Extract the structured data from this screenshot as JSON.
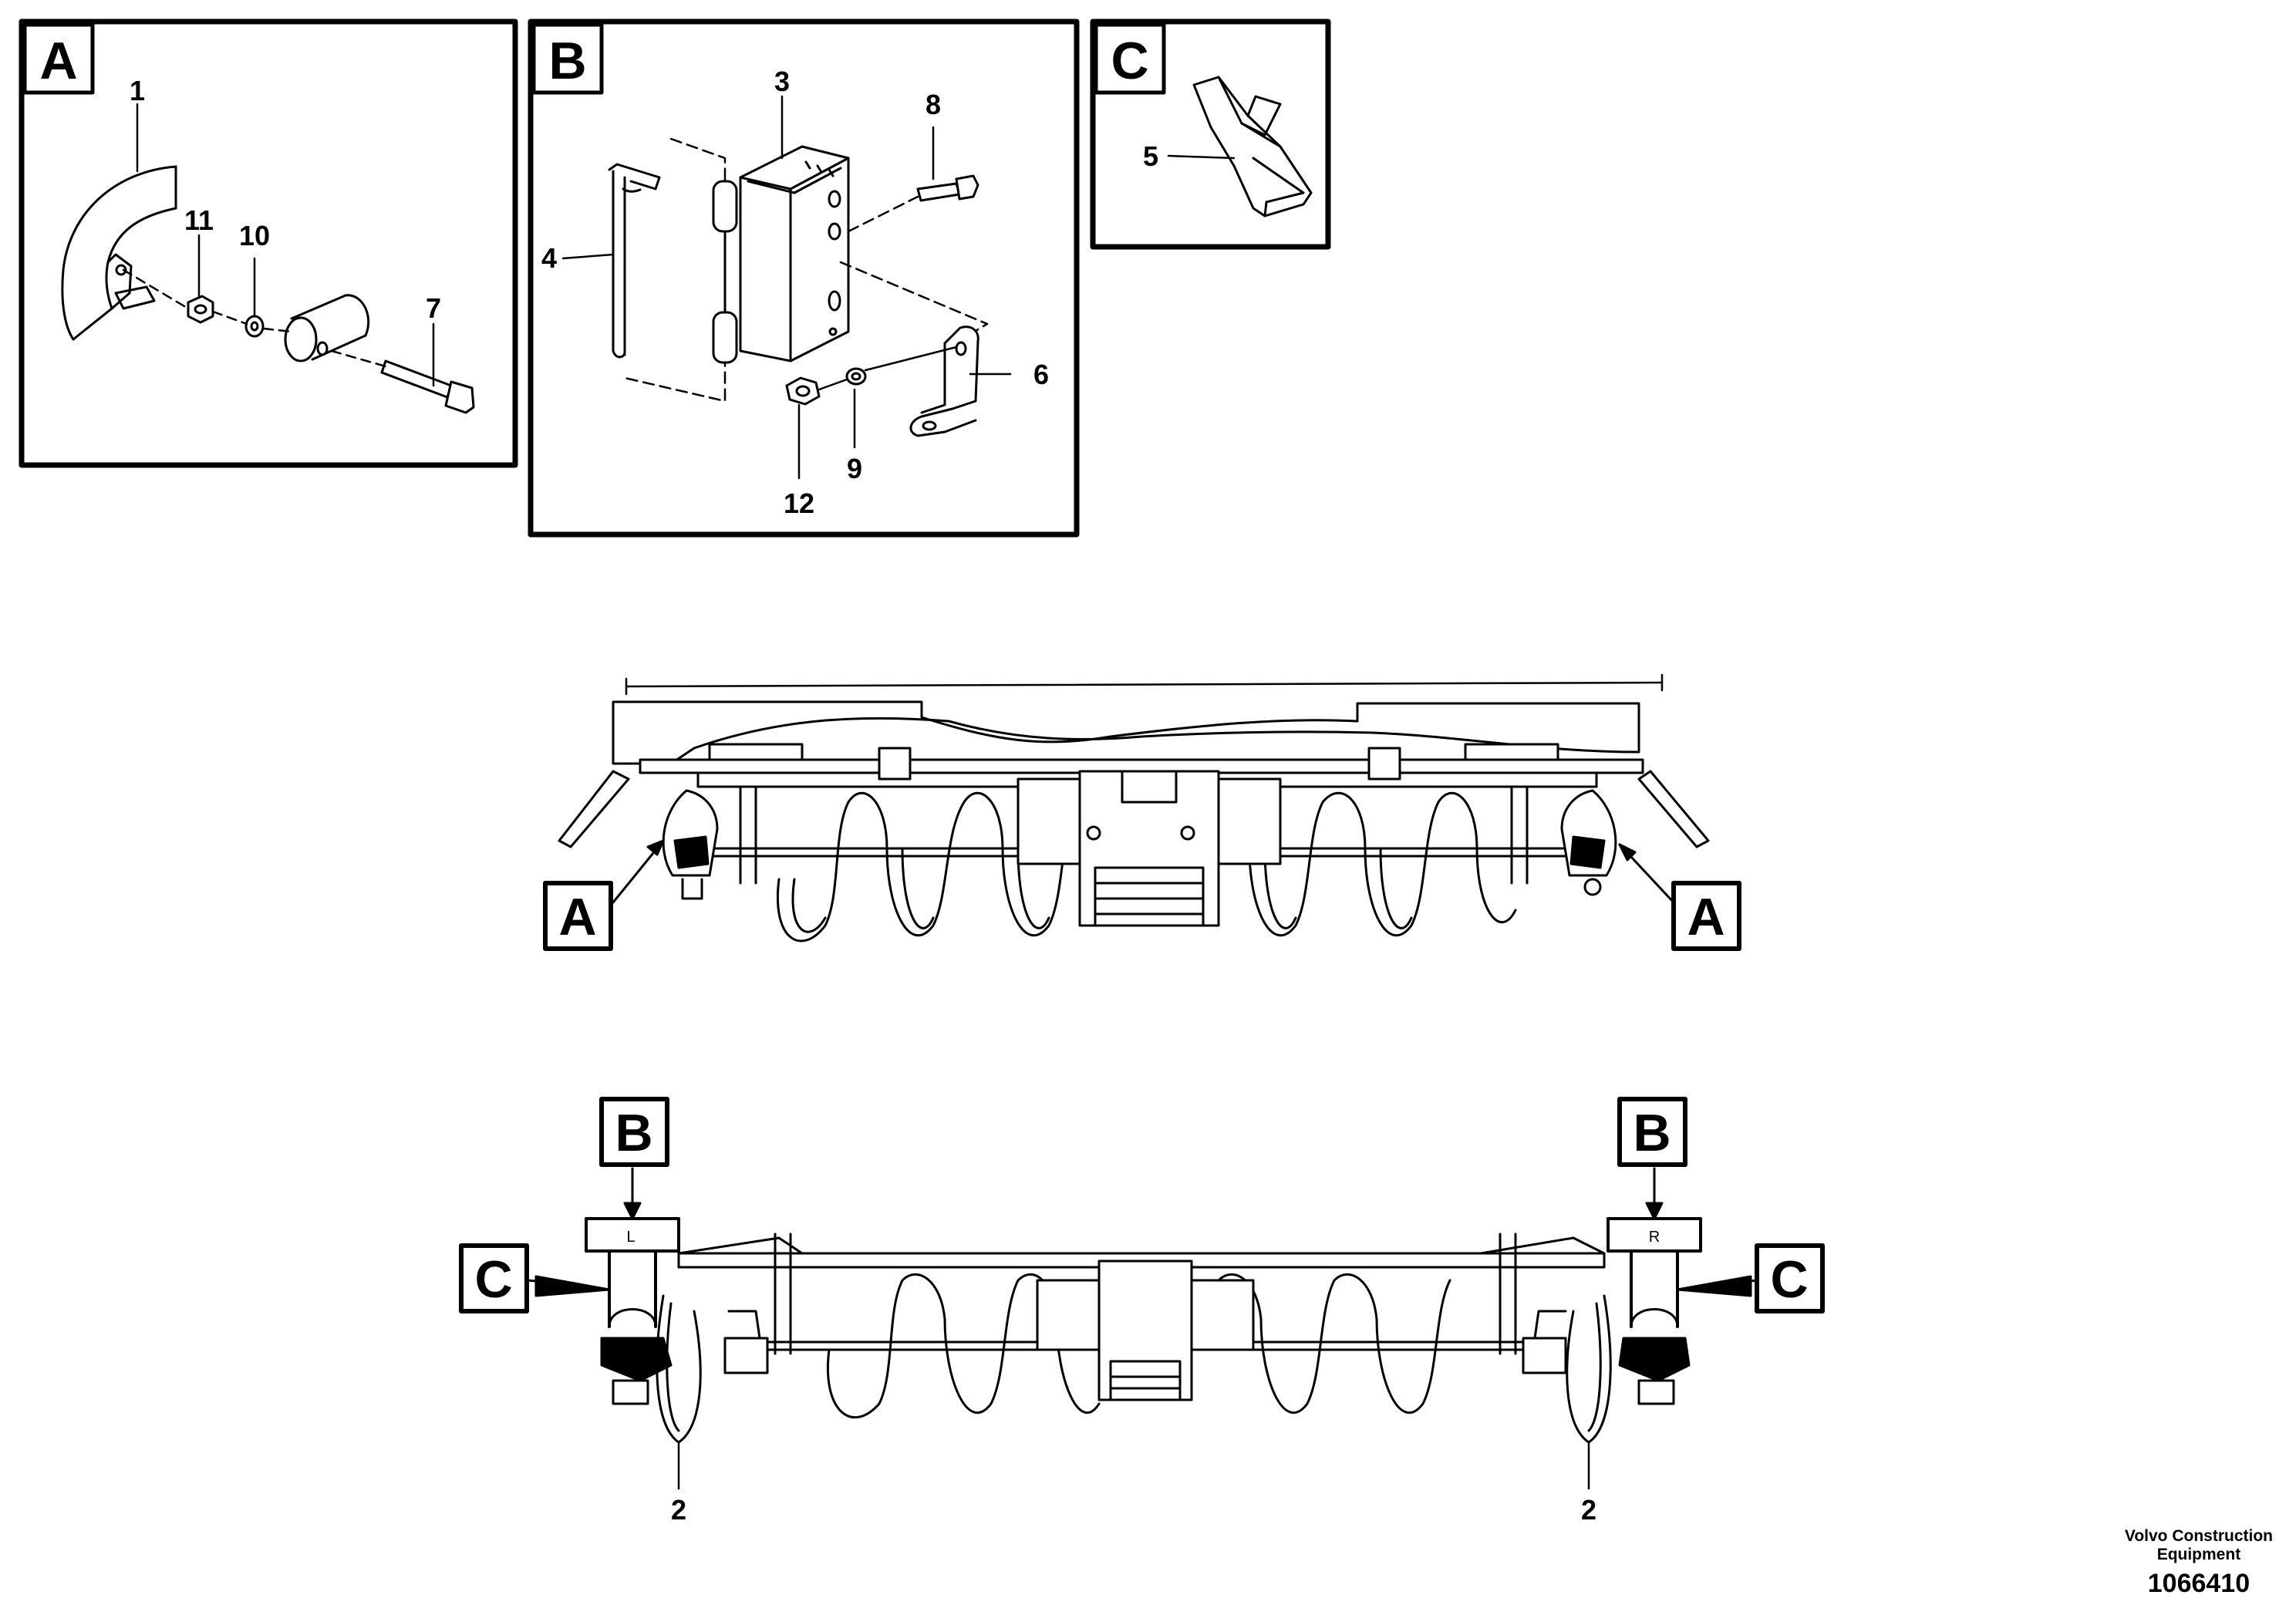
{
  "panels": {
    "a": {
      "letter": "A"
    },
    "b": {
      "letter": "B"
    },
    "c": {
      "letter": "C"
    }
  },
  "part_numbers": {
    "p1": "1",
    "p2": "2",
    "p3": "3",
    "p4": "4",
    "p5": "5",
    "p6": "6",
    "p7": "7",
    "p8": "8",
    "p9": "9",
    "p10": "10",
    "p11": "11",
    "p12": "12"
  },
  "callouts": {
    "a_left": "A",
    "a_right": "A",
    "b_left": "B",
    "b_right": "B",
    "c_left": "C",
    "c_right": "C"
  },
  "side_marks": {
    "left": "L",
    "right": "R"
  },
  "footer": {
    "organization_line1": "Volvo Construction",
    "organization_line2": "Equipment",
    "drawing_number": "1066410"
  }
}
